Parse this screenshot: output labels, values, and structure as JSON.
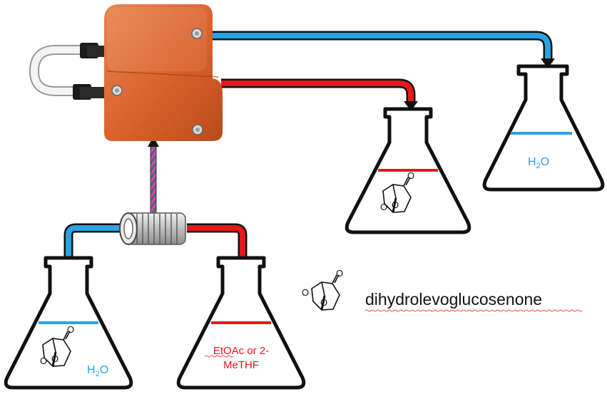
{
  "colors": {
    "aqueous": "#29a3e3",
    "organic": "#e8161e",
    "separator": "#d9612a",
    "outline": "#111111",
    "feed_line": "#6a5a8a",
    "coil": "#bfbfbf"
  },
  "labels": {
    "h2o_main": "H",
    "h2o_sub": "2",
    "h2o_tail": "O",
    "solvent_line1": "EtOAc or 2-",
    "solvent_line2": "MeTHF",
    "compound_name": "dihydrolevoglucosenone",
    "ketone_o": "O",
    "bridge_o": "O",
    "ring_o": "O"
  },
  "icons": {
    "separator": "membrane-separator-icon",
    "coil": "mixing-coil-icon",
    "flask": "erlenmeyer-flask-icon",
    "molecule": "cyrene-structure-icon"
  }
}
